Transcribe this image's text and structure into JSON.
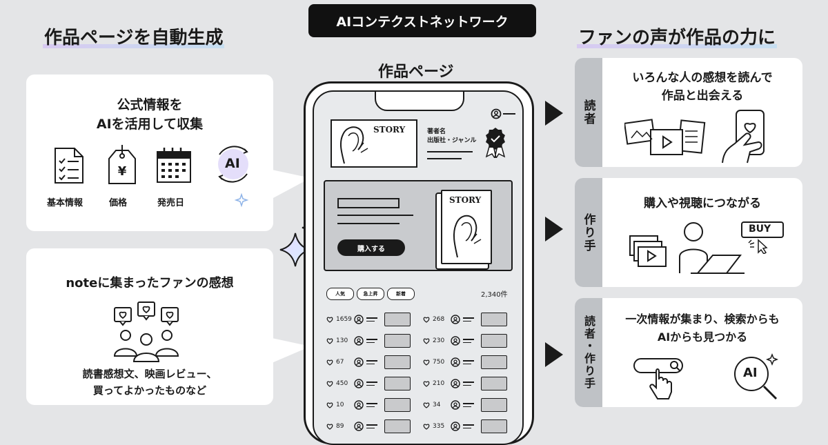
{
  "header": {
    "badge": "AIコンテクストネットワーク"
  },
  "left": {
    "title": "作品ページを自動生成",
    "card1": {
      "title_line1": "公式情報を",
      "title_line2": "AIを活用して収集",
      "items": [
        {
          "label": "基本情報",
          "icon": "document-checklist-icon"
        },
        {
          "label": "価格",
          "icon": "price-tag-icon"
        },
        {
          "label": "発売日",
          "icon": "calendar-icon"
        }
      ],
      "ai_badge": "AI"
    },
    "card2": {
      "title": "noteに集まったファンの感想",
      "desc_line1": "読書感想文、映画レビュー、",
      "desc_line2": "買ってよかったものなど"
    }
  },
  "center": {
    "title": "作品ページ",
    "book_story": "STORY",
    "author": "著者名",
    "publisher": "出版社・ジャンル",
    "buy_button": "購入する",
    "book_story_2": "STORY",
    "filters": [
      "人気",
      "急上昇",
      "新着"
    ],
    "count": "2,340件",
    "likes_left": [
      "1659",
      "130",
      "67",
      "450",
      "10",
      "89"
    ],
    "likes_right": [
      "268",
      "230",
      "750",
      "210",
      "34",
      "335"
    ]
  },
  "right": {
    "title": "ファンの声が作品の力に",
    "cards": [
      {
        "tag": "読者",
        "line1": "いろんな人の感想を読んで",
        "line2": "作品と出会える"
      },
      {
        "tag": "作り手",
        "line1": "購入や視聴につながる",
        "line2": "",
        "buy": "BUY"
      },
      {
        "tag": "読者・作り手",
        "line1": "一次情報が集まり、検索からも",
        "line2": "AIからも見つかる",
        "ai": "AI"
      }
    ]
  }
}
